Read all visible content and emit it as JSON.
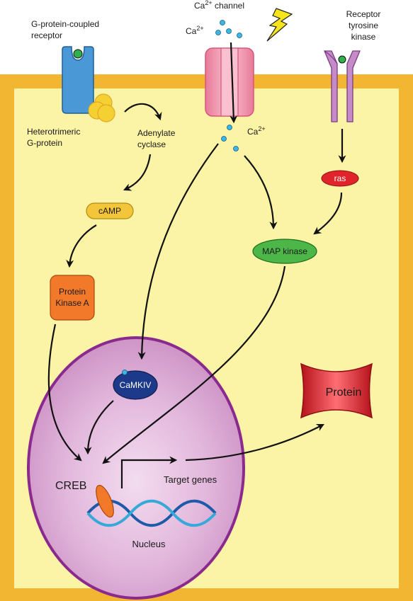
{
  "labels": {
    "gpcr_line1": "G-protein-coupled",
    "gpcr_line2": "receptor",
    "ca_channel_prefix": "Ca",
    "ca_channel_sup": "2+",
    "ca_channel_suffix": " channel",
    "ca_outside_base": "Ca",
    "ca_outside_sup": "2+",
    "ca_inside_base": "Ca",
    "ca_inside_sup": "2+",
    "rtk_line1": "Receptor",
    "rtk_line2": "tyrosine",
    "rtk_line3": "kinase",
    "g_protein_line1": "Heterotrimeric",
    "g_protein_line2": "G-protein",
    "adenylate_line1": "Adenylate",
    "adenylate_line2": "cyclase",
    "camp": "cAMP",
    "ras": "ras",
    "map_kinase": "MAP kinase",
    "pka_line1": "Protein",
    "pka_line2": "Kinase A",
    "camkiv": "CaMKIV",
    "protein": "Protein",
    "creb": "CREB",
    "target_genes": "Target genes",
    "nucleus": "Nucleus"
  },
  "colors": {
    "membrane": "#f2b632",
    "cytoplasm": "#fbf3a6",
    "nucleus_fill": "#d9a8d2",
    "nucleus_border": "#8b2a8e",
    "gpcr": "#4a98d6",
    "g_protein": "#f5d033",
    "channel": "#f4a2b9",
    "rtk": "#c48bc7",
    "camp": "#f3c53a",
    "ras": "#e0242b",
    "map_kinase": "#4cb748",
    "pka": "#f3792a",
    "camkiv": "#1d3a8a",
    "protein": "#e0242b",
    "creb": "#f3792a",
    "ca_ion": "#3fb5e6",
    "lightning": "#f5e51a"
  }
}
